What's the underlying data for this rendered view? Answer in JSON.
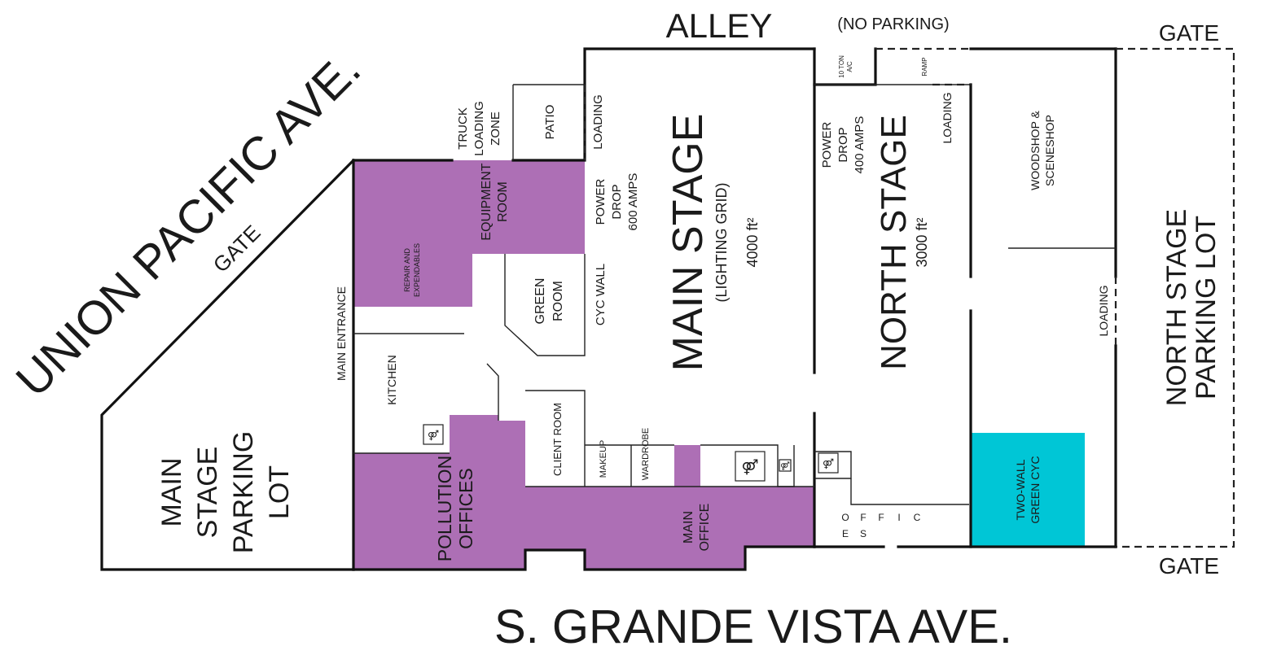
{
  "colors": {
    "production_area": "#ad6fb5",
    "green_cyc": "#00c6d6",
    "walls": "#111111",
    "background": "#ffffff"
  },
  "streets": {
    "alley": "ALLEY",
    "no_parking": "(NO PARKING)",
    "union_pacific": "UNION PACIFIC AVE.",
    "grande_vista": "S. GRANDE VISTA AVE."
  },
  "gates": {
    "top_right": "GATE",
    "bottom_right": "GATE",
    "diagonal": "GATE"
  },
  "rooms": {
    "main_stage": {
      "name": "MAIN STAGE",
      "sub": "(LIGHTING GRID)",
      "area": "4000 ft²"
    },
    "north_stage": {
      "name": "NORTH STAGE",
      "area": "3000 ft²"
    },
    "main_stage_parking": [
      "MAIN",
      "STAGE",
      "PARKING",
      "LOT"
    ],
    "north_stage_parking": [
      "NORTH STAGE",
      "PARKING LOT"
    ],
    "equipment_room": [
      "EQUIPMENT",
      "ROOM"
    ],
    "repair": [
      "REPAIR AND",
      "EXPENDABLES"
    ],
    "pollution_offices": [
      "POLLUTION",
      "OFFICES"
    ],
    "main_office": [
      "MAIN",
      "OFFICE"
    ],
    "green_room": [
      "GREEN",
      "ROOM"
    ],
    "kitchen": "KITCHEN",
    "client_room": "CLIENT ROOM",
    "makeup": "MAKEUP",
    "wardrobe": "WARDROBE",
    "woodshop": [
      "WOODSHOP &",
      "SCENESHOP"
    ],
    "two_wall": [
      "TWO-WALL",
      "GREEN CYC"
    ],
    "patio": "PATIO",
    "truck_loading": [
      "TRUCK",
      "LOADING",
      "ZONE"
    ],
    "main_entrance": "MAIN ENTRANCE",
    "cyc_wall": "CYC WALL",
    "power_main": [
      "POWER",
      "DROP",
      "600 AMPS"
    ],
    "power_north": [
      "POWER",
      "DROP",
      "400 AMPS"
    ],
    "ac_unit": [
      "10 TON",
      "A/C"
    ],
    "ramp": "RAMP",
    "offices_letters": [
      "O",
      "F",
      "F",
      "I",
      "C",
      "E",
      "S"
    ]
  },
  "loading_labels": {
    "main": "LOADING",
    "north": "LOADING",
    "woodshop": "LOADING"
  },
  "icons": [
    "restroom-icon",
    "restroom-icon",
    "restroom-icon",
    "restroom-icon"
  ]
}
